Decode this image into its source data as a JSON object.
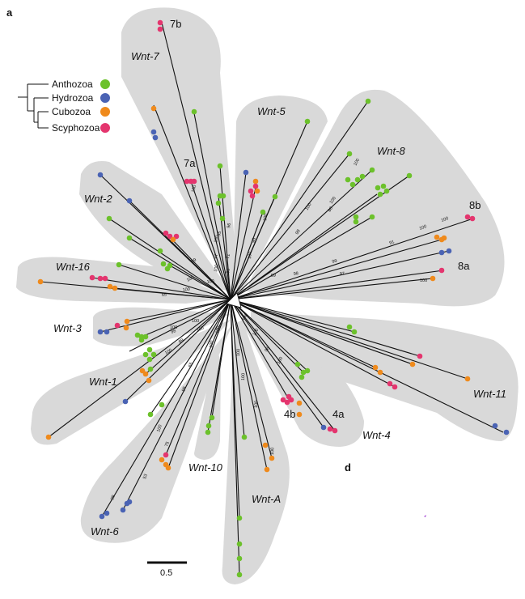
{
  "panel_labels": {
    "main": "a",
    "inset": "d"
  },
  "legend": {
    "items": [
      {
        "label": "Anthozoa",
        "color": "#6cc12b"
      },
      {
        "label": "Hydrozoa",
        "color": "#4a63b4"
      },
      {
        "label": "Cubozoa",
        "color": "#ef8a1c"
      },
      {
        "label": "Scyphozoa",
        "color": "#e4356e"
      }
    ]
  },
  "scale_bar": {
    "label": "0.5"
  },
  "clades": [
    {
      "name": "Wnt-7"
    },
    {
      "name": "Wnt-5"
    },
    {
      "name": "Wnt-8"
    },
    {
      "name": "Wnt-2"
    },
    {
      "name": "Wnt-16"
    },
    {
      "name": "Wnt-3"
    },
    {
      "name": "Wnt-1"
    },
    {
      "name": "Wnt-6"
    },
    {
      "name": "Wnt-10"
    },
    {
      "name": "Wnt-A"
    },
    {
      "name": "Wnt-4"
    },
    {
      "name": "Wnt-11"
    }
  ],
  "subclades": [
    "7b",
    "7a",
    "8b",
    "8a",
    "4b",
    "4a"
  ],
  "support_values": [
    "100",
    "96",
    "95",
    "71",
    "100",
    "97",
    "100",
    "99",
    "100",
    "95",
    "100",
    "100",
    "100",
    "100",
    "99",
    "88",
    "100",
    "100",
    "91",
    "99",
    "97",
    "100",
    "98",
    "99",
    "89",
    "100",
    "65",
    "100",
    "100",
    "100",
    "100",
    "100",
    "89",
    "100",
    "98",
    "100",
    "100",
    "65",
    "99",
    "100",
    "75",
    "53",
    "99",
    "100",
    "100",
    "100",
    "100",
    "100",
    "100",
    "98",
    "100",
    "59"
  ]
}
